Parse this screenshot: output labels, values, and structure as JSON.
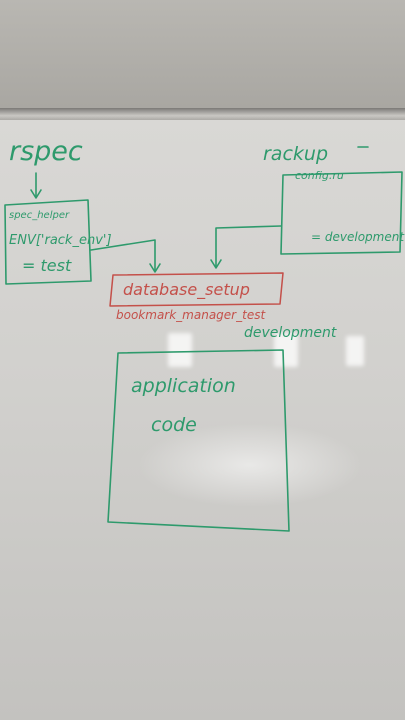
{
  "whiteboard": {
    "rspec": "rspec",
    "spec_helper": "spec_helper",
    "env_line": "ENV['rack_env']",
    "env_value": "= test",
    "rackup": "rackup",
    "config_ru": "config.ru",
    "rackup_value": "= development",
    "database_setup": "database_setup",
    "db_test": "bookmark_manager_test",
    "db_development": "development",
    "app_line1": "application",
    "app_line2": "code"
  },
  "colors": {
    "marker_green": "#2e9a6c",
    "marker_red": "#c4504a"
  }
}
